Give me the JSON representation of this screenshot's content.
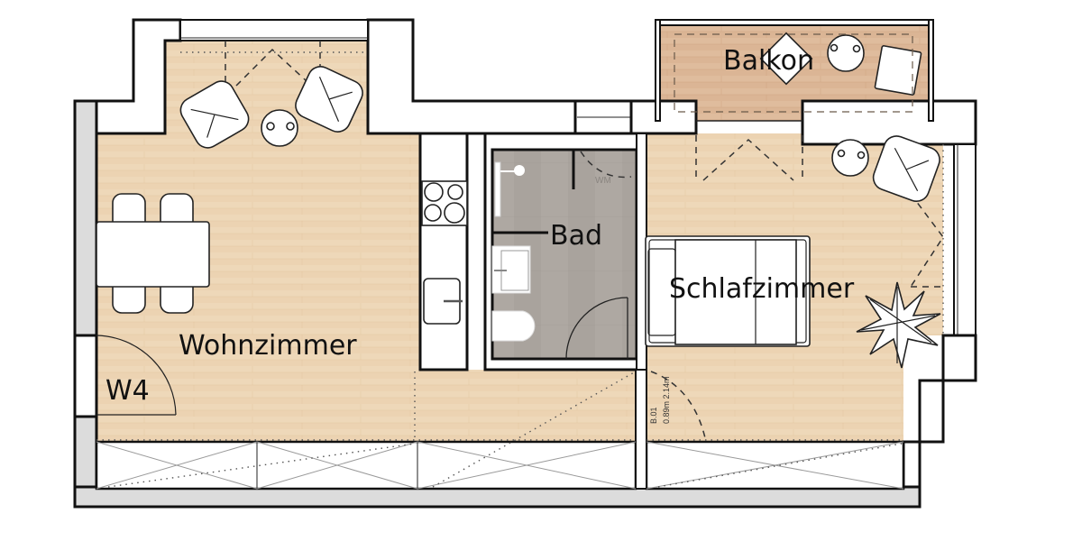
{
  "plan": {
    "unit_label": "W4",
    "rooms": [
      {
        "id": "wohnzimmer",
        "label": "Wohnzimmer"
      },
      {
        "id": "bad",
        "label": "Bad"
      },
      {
        "id": "schlafzimmer",
        "label": "Schlafzimmer"
      },
      {
        "id": "balkon",
        "label": "Balkon"
      }
    ],
    "appliance_labels": {
      "washing_machine": "WM"
    },
    "door_annotation": {
      "id": "B.01",
      "dimensions": "0.89m  2.14m"
    },
    "colors": {
      "wood_floor": "#ecd2b0",
      "balcony_floor": "#dcb698",
      "bath_tile": "#a8a29c",
      "wall_outline": "#111111",
      "wall_fill": "#ffffff",
      "wall_shade": "#dcdcdc"
    }
  }
}
